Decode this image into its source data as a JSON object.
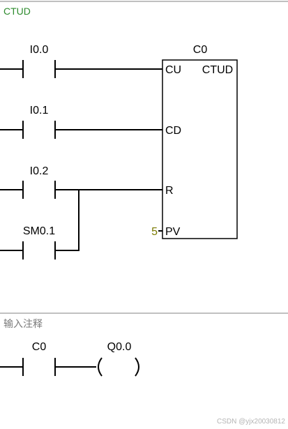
{
  "network1": {
    "comment": "CTUD",
    "contacts": [
      "I0.0",
      "I0.1",
      "I0.2",
      "SM0.1"
    ],
    "counter": {
      "name": "C0",
      "type": "CTUD",
      "pins": {
        "cu": "CU",
        "cd": "CD",
        "r": "R",
        "pv": "PV"
      },
      "pv_value": "5"
    }
  },
  "network2": {
    "comment_placeholder": "输入注释",
    "contact": "C0",
    "coil": "Q0.0"
  },
  "watermark": "CSDN @yjx20030812",
  "colors": {
    "comment": "#2e8b2e",
    "placeholder": "#7a7a7a",
    "pv_value": "#7a7a00",
    "watermark": "#b4b4b4",
    "divider": "#c0c0c0"
  }
}
